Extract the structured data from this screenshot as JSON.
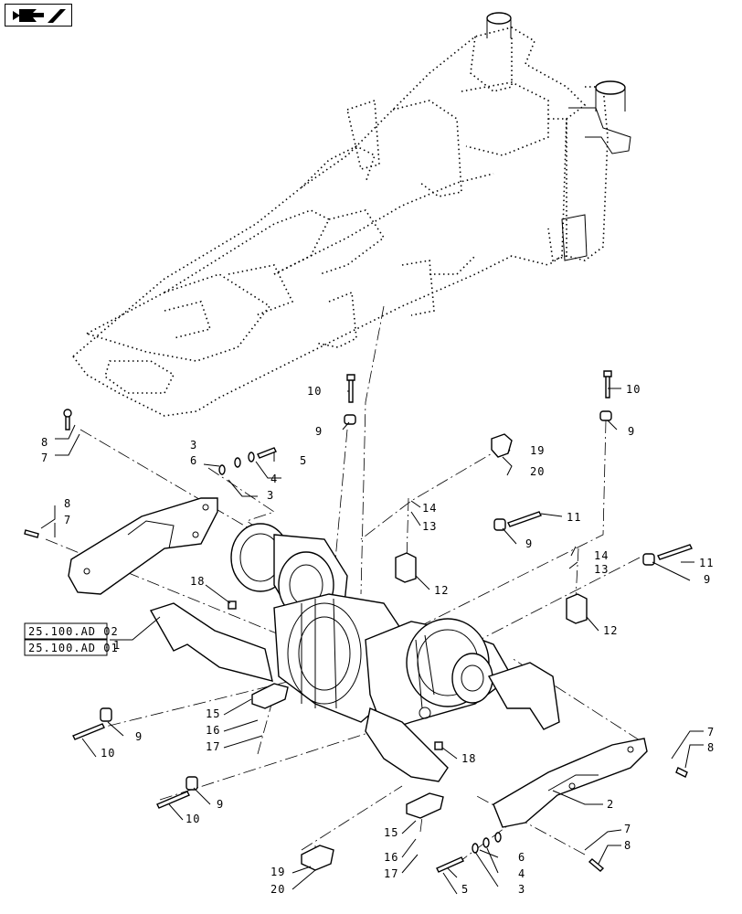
{
  "navigation": {
    "icon": "book-arrow-icon"
  },
  "references": [
    "25.100.AD 02",
    "25.100.AD 01"
  ],
  "callouts": [
    "1",
    "2",
    "3",
    "3",
    "3",
    "4",
    "4",
    "5",
    "5",
    "6",
    "6",
    "7",
    "7",
    "7",
    "7",
    "8",
    "8",
    "8",
    "8",
    "9",
    "9",
    "9",
    "9",
    "9",
    "9",
    "10",
    "10",
    "10",
    "10",
    "11",
    "11",
    "12",
    "12",
    "13",
    "13",
    "14",
    "14",
    "15",
    "15",
    "16",
    "16",
    "17",
    "17",
    "18",
    "18",
    "19",
    "19",
    "20",
    "20"
  ]
}
